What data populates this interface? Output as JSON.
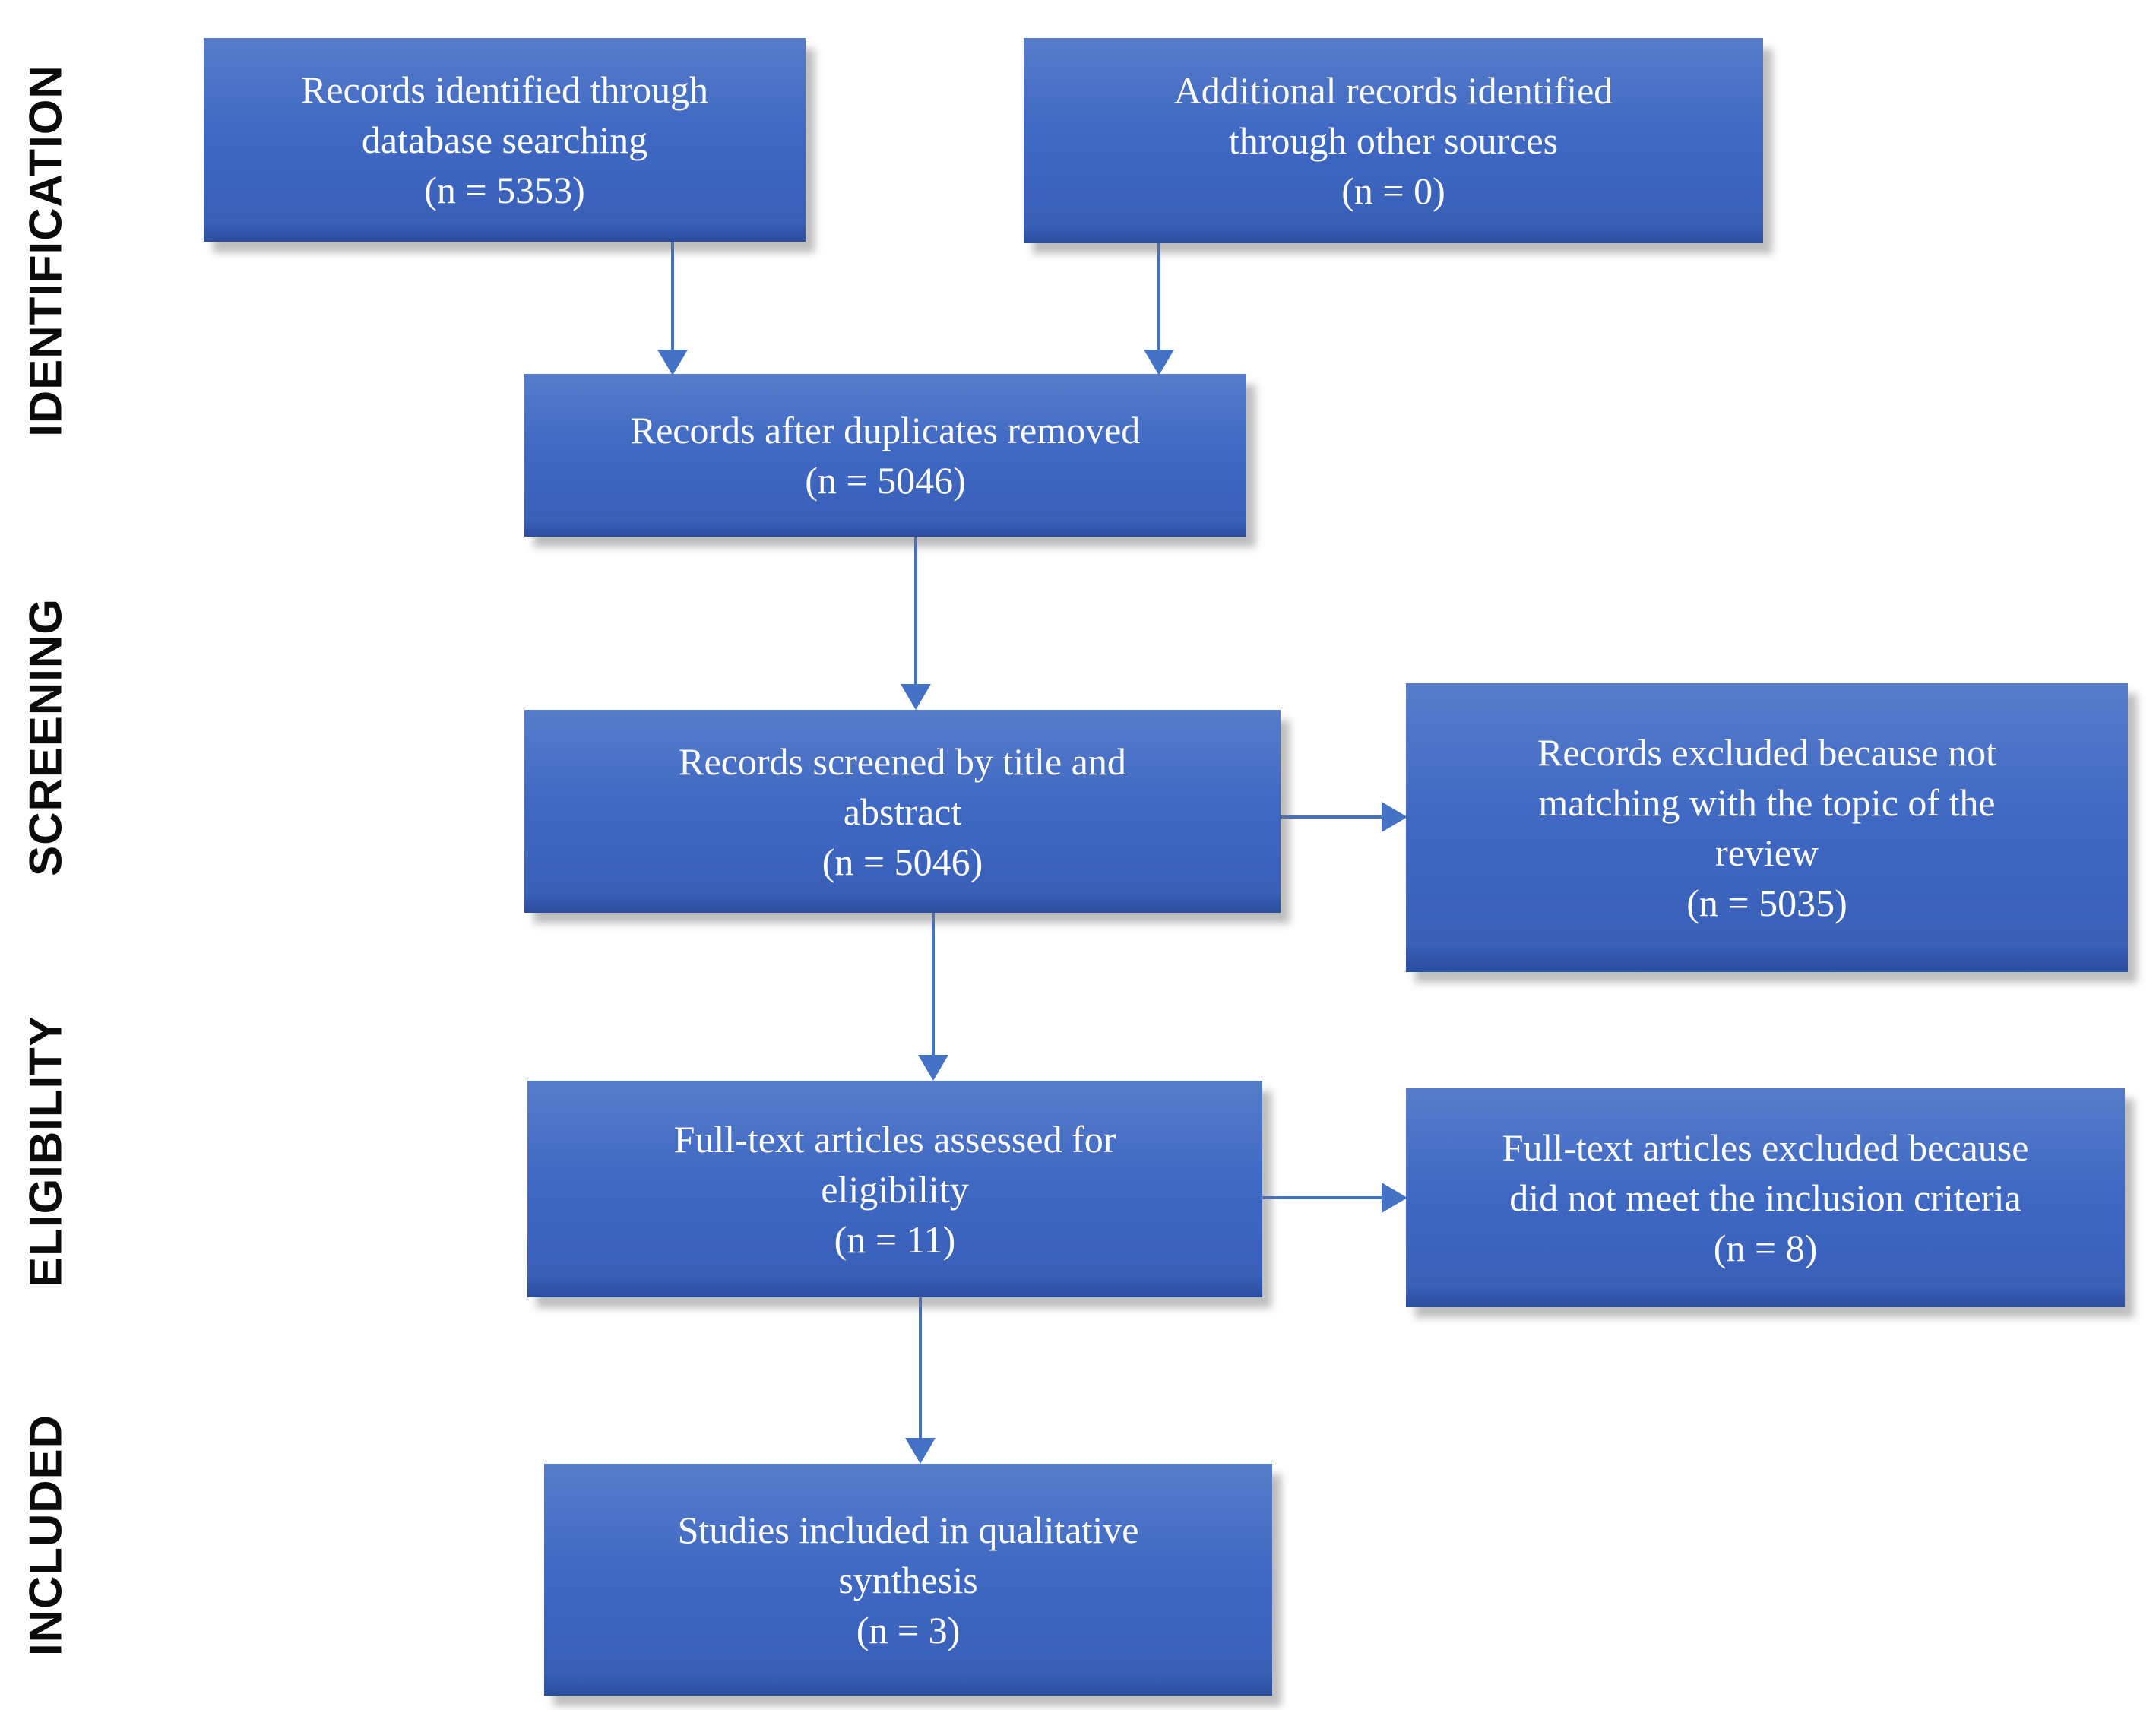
{
  "theme": {
    "page_bg": "#ffffff",
    "box_fill_top": "#567cca",
    "box_fill_mid": "#3f68c3",
    "box_fill_bottom": "#3a60b8",
    "box_edge_dark": "#2b4d9e",
    "box_text_color": "#ffffff",
    "arrow_color": "#4472c4",
    "label_color": "#0b0b0b"
  },
  "stage_labels": [
    {
      "id": "identification",
      "label": "IDENTIFICATION"
    },
    {
      "id": "screening",
      "label": "SCREENING"
    },
    {
      "id": "eligibility",
      "label": "ELIGIBILITY"
    },
    {
      "id": "included",
      "label": "INCLUDED"
    }
  ],
  "boxes": [
    {
      "id": "records-identified",
      "lines": [
        "Records identified through",
        "database searching",
        "(n = 5353)"
      ]
    },
    {
      "id": "additional-records",
      "lines": [
        "Additional records identified",
        "through other sources",
        "(n = 0)"
      ]
    },
    {
      "id": "after-duplicates",
      "lines": [
        "Records after duplicates removed",
        "(n = 5046)"
      ]
    },
    {
      "id": "records-screened",
      "lines": [
        "Records screened by title and",
        "abstract",
        "(n = 5046)"
      ]
    },
    {
      "id": "records-excluded",
      "lines": [
        "Records excluded because not",
        "matching with the topic of the",
        "review",
        "(n = 5035)"
      ]
    },
    {
      "id": "fulltext-assessed",
      "lines": [
        "Full-text articles assessed for",
        "eligibility",
        "(n = 11)"
      ]
    },
    {
      "id": "fulltext-excluded",
      "lines": [
        "Full-text articles excluded because",
        "did not meet the inclusion criteria",
        "(n = 8)"
      ]
    },
    {
      "id": "studies-included",
      "lines": [
        "Studies included in qualitative",
        "synthesis",
        "(n = 3)"
      ]
    }
  ]
}
